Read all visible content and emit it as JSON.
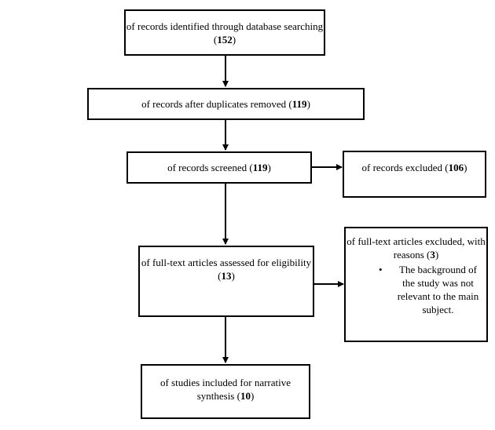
{
  "boxes": {
    "identified": {
      "text": "of records identified through database searching",
      "count": "152"
    },
    "duplicates": {
      "text": "of records after duplicates removed",
      "count": "119"
    },
    "screened": {
      "text": "of records screened",
      "count": "119"
    },
    "excluded": {
      "text": "of records excluded",
      "count": "106"
    },
    "assessed": {
      "text": "of full-text articles assessed for eligibility",
      "count": "13"
    },
    "fulltext_excluded": {
      "text": "of full-text articles excluded, with reasons",
      "count": "3",
      "reasons": [
        "The background of the study was not relevant to the main subject."
      ]
    },
    "included": {
      "text": "of studies included for narrative synthesis",
      "count": "10"
    }
  }
}
